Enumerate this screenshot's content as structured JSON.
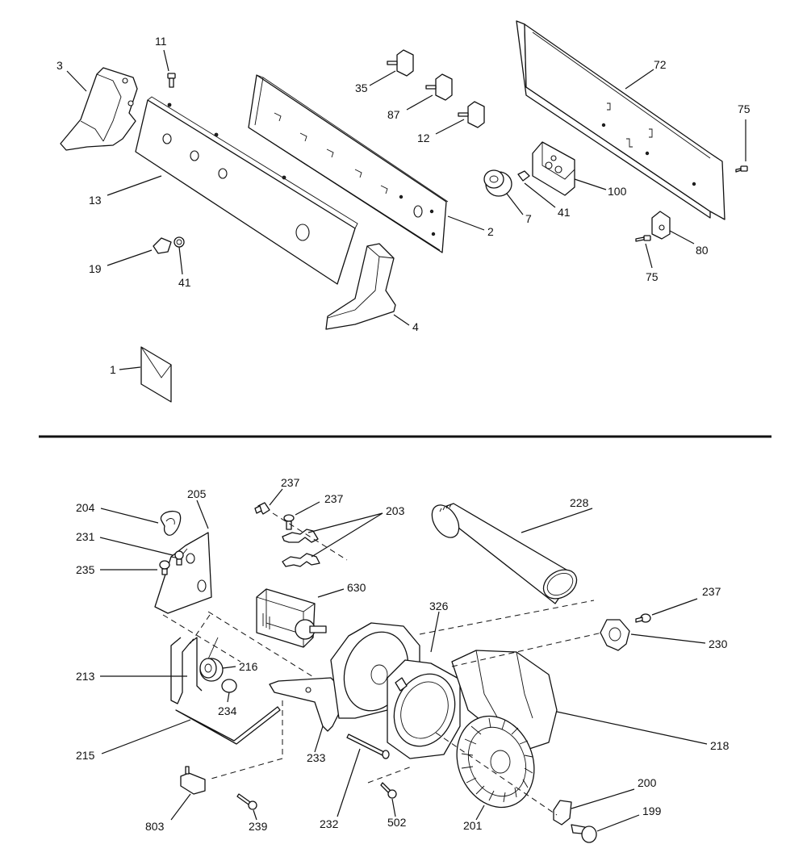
{
  "labels": {
    "l3": "3",
    "l11": "11",
    "l13": "13",
    "l19": "19",
    "l41a": "41",
    "l1": "1",
    "l4": "4",
    "l2": "2",
    "l35": "35",
    "l87": "87",
    "l12": "12",
    "l72": "72",
    "l75a": "75",
    "l100": "100",
    "l41b": "41",
    "l7": "7",
    "l80": "80",
    "l75b": "75",
    "l204": "204",
    "l205": "205",
    "l231": "231",
    "l235": "235",
    "l237a": "237",
    "l237b": "237",
    "l203": "203",
    "l228": "228",
    "l630": "630",
    "l326": "326",
    "l237c": "237",
    "l230": "230",
    "l213": "213",
    "l216": "216",
    "l234": "234",
    "l215": "215",
    "l233": "233",
    "l218": "218",
    "l232": "232",
    "l803": "803",
    "l239": "239",
    "l502": "502",
    "l201": "201",
    "l200": "200",
    "l199": "199"
  }
}
